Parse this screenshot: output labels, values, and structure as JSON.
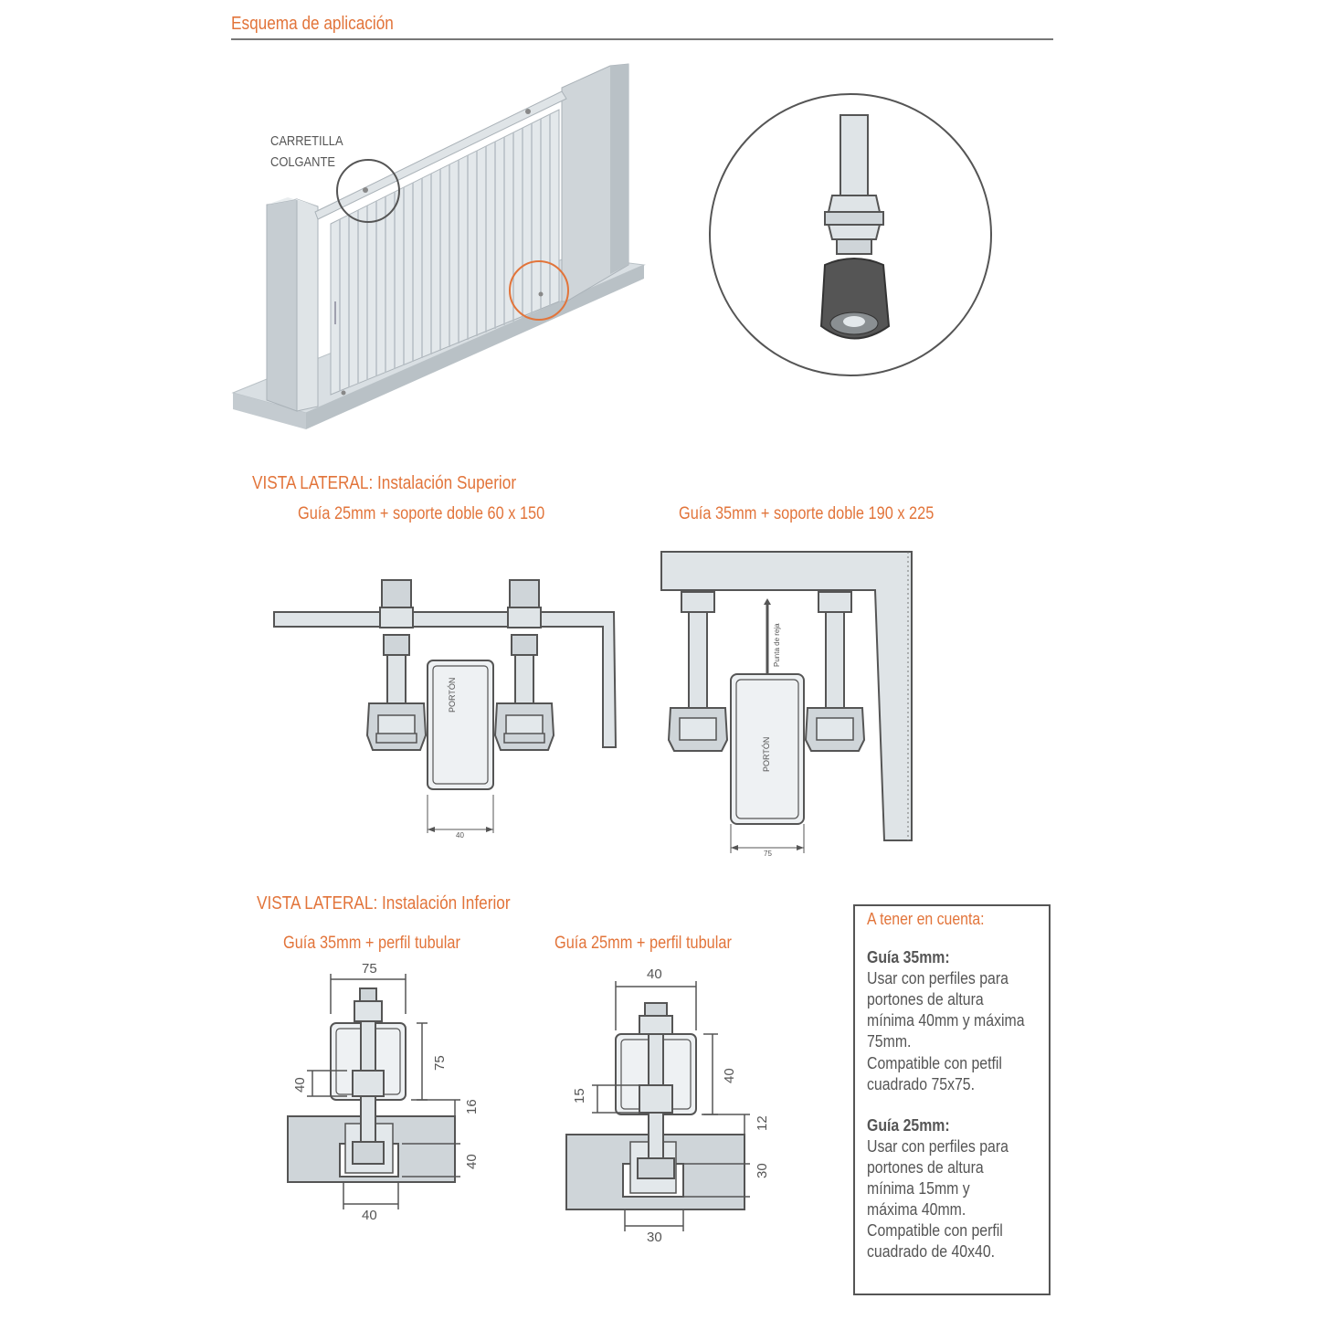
{
  "header": {
    "title": "Esquema de aplicación"
  },
  "gate_diagram": {
    "label_line1": "CARRETILLA",
    "label_line2": "COLGANTE"
  },
  "section_superior": {
    "title_prefix": "VISTA LATERAL:",
    "title_suffix": "Instalación Superior",
    "left_caption": "Guía 25mm + soporte doble 60 x 150",
    "right_caption": "Guía 35mm + soporte doble 190 x 225",
    "porton_label": "PORTÓN",
    "punta_label": "Punta de reja",
    "dim_left": "40",
    "dim_right": "75"
  },
  "section_inferior": {
    "title_prefix": "VISTA LATERAL:",
    "title_suffix": "Instalación Inferior",
    "left_caption": "Guía 35mm + perfil tubular",
    "right_caption": "Guía 25mm + perfil tubular",
    "left_dims": {
      "top": "75",
      "right": "75",
      "left": "40",
      "gap": "16",
      "rail": "40",
      "bottom": "40"
    },
    "right_dims": {
      "top": "40",
      "right": "40",
      "left": "15",
      "gap": "12",
      "rail": "30",
      "bottom": "30"
    }
  },
  "notes": {
    "title": "A tener en cuenta:",
    "guide35_head": "Guía 35mm:",
    "guide35_lines": [
      "Usar con perfiles para",
      "portones de altura",
      "mínima 40mm y máxima",
      "75mm.",
      "Compatible con petfil",
      "cuadrado 75x75."
    ],
    "guide25_head": "Guía 25mm:",
    "guide25_lines": [
      "Usar con perfiles para",
      "portones de altura",
      "mínima 15mm y",
      "máxima 40mm.",
      "Compatible con perfil",
      "cuadrado de 40x40."
    ]
  },
  "colors": {
    "accent": "#e2743a",
    "steel": "#cdd3d7",
    "line": "#555555"
  }
}
